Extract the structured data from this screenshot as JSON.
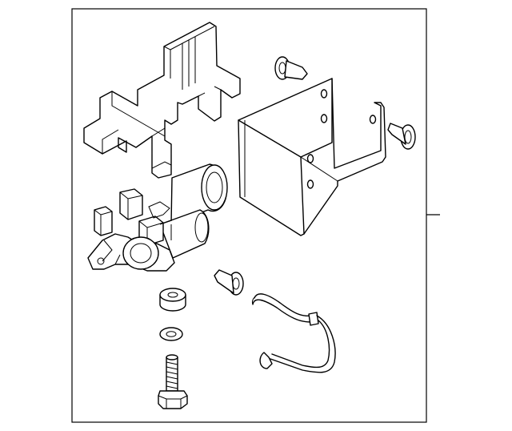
{
  "diagram": {
    "parts": [
      {
        "id": "heat-shield-bracket"
      },
      {
        "id": "upper-clip"
      },
      {
        "id": "mounting-bracket"
      },
      {
        "id": "right-clip"
      },
      {
        "id": "compressor-assembly"
      },
      {
        "id": "lower-clip"
      },
      {
        "id": "grommet"
      },
      {
        "id": "washer"
      },
      {
        "id": "bolt"
      },
      {
        "id": "hose"
      }
    ],
    "frame": {
      "stroke": "#000000",
      "background": "#ffffff"
    }
  }
}
